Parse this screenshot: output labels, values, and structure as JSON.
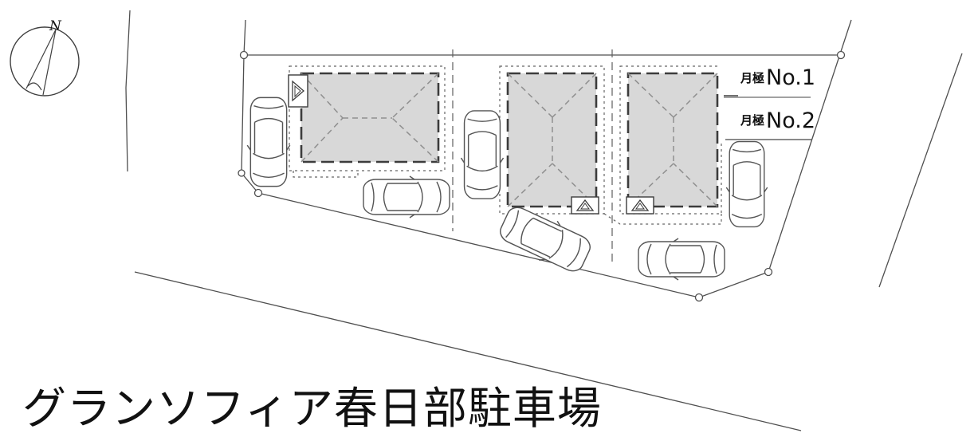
{
  "title": "グランソフィア春日部駐車場",
  "compass": {
    "label": "N"
  },
  "legend": {
    "rows": [
      {
        "type_label": "月極",
        "number_label": "No.1"
      },
      {
        "type_label": "月極",
        "number_label": "No.2"
      }
    ]
  },
  "plan": {
    "building_count": 3,
    "car_count": 6,
    "survey_point_count": 6,
    "colors": {
      "background": "#ffffff",
      "boundary_line": "#4f4f4f",
      "building_fill": "#d8d8d8",
      "building_outline": "#3c3c3c",
      "roof_line": "#8f8f8f",
      "parking_outline": "#666666",
      "text": "#111111"
    }
  }
}
